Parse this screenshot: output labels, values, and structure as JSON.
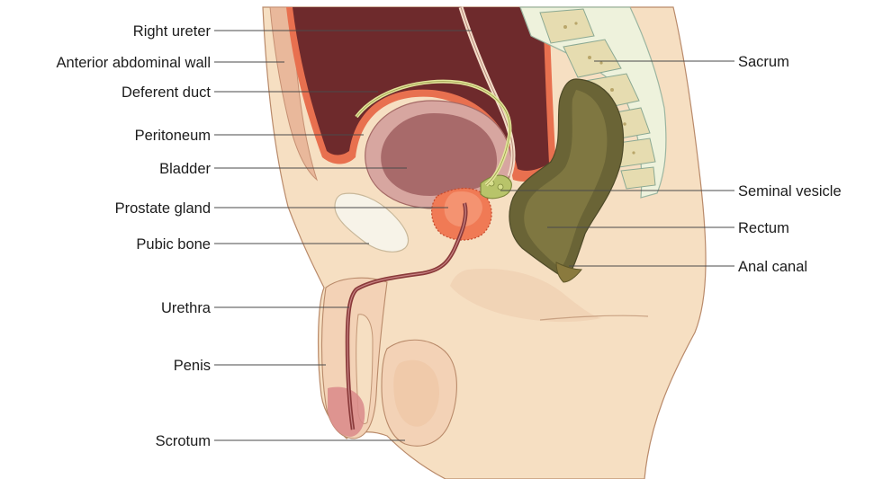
{
  "diagram": {
    "left_labels": [
      "Right ureter",
      "Anterior abdominal wall",
      "Deferent duct",
      "Peritoneum",
      "Bladder",
      "Prostate gland",
      "Pubic bone",
      "Urethra",
      "Penis",
      "Scrotum"
    ],
    "right_labels": [
      "Sacrum",
      "Seminal vesicle",
      "Rectum",
      "Anal canal"
    ]
  },
  "colors": {
    "skin": "#f6dfc2",
    "skin_shadow": "#ebc9a6",
    "body_cavity": "#6e2a2c",
    "peritoneum": "#e8704f",
    "bladder": "#a86a6a",
    "prostate": "#f07a55",
    "seminal_vesicle": "#b8c46a",
    "rectum": "#6a6436",
    "bone": "#f3efe0",
    "urethra": "#8a3a3a"
  }
}
